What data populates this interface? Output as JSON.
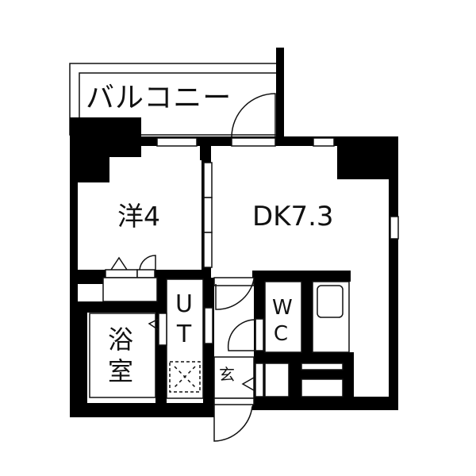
{
  "floorplan": {
    "rooms": {
      "balcony": {
        "label": "バルコニー"
      },
      "western": {
        "label": "洋4"
      },
      "dk": {
        "label": "DK7.3"
      },
      "utility": {
        "label": "U T"
      },
      "bath": {
        "label": "浴 室"
      },
      "wc": {
        "label": "W C"
      },
      "entrance": {
        "label": "玄"
      }
    },
    "colors": {
      "wall": "#000000",
      "line": "#111111",
      "background": "#ffffff"
    }
  }
}
